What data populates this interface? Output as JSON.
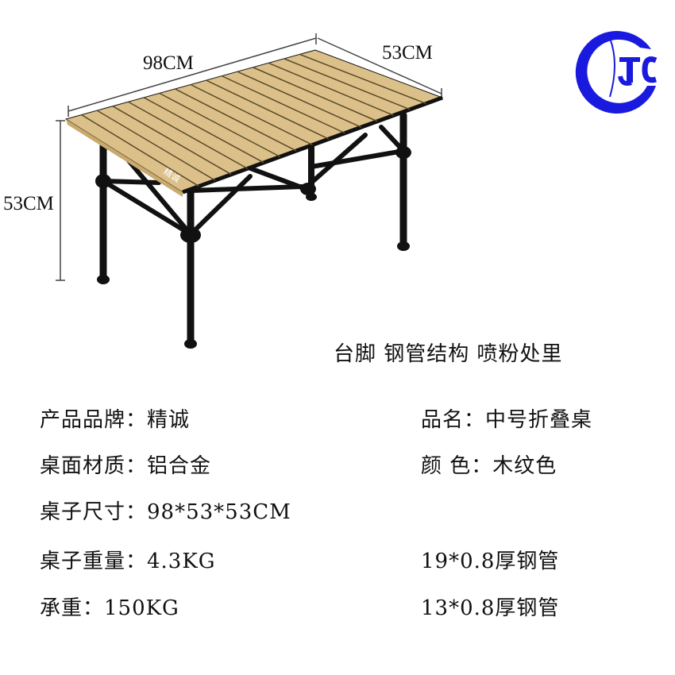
{
  "dimensions": {
    "length": "98CM",
    "width": "53CM",
    "height": "53CM"
  },
  "tabletop_watermark": "精诚",
  "logo": {
    "text": "GJC",
    "color": "#1a1adf"
  },
  "caption": "台脚 钢管结构 喷粉处里",
  "specs_left": [
    "产品品牌：精诚",
    "桌面材质：铝合金",
    "桌子尺寸：98*53*53CM",
    "桌子重量：4.3KG",
    "承重：150KG"
  ],
  "specs_right": [
    "品名：中号折叠桌",
    "颜 色：木纹色",
    "19*0.8厚钢管",
    "13*0.8厚钢管"
  ],
  "colors": {
    "tabletop": "#dcc089",
    "slat_line": "#5a4a2a",
    "frame": "#111111"
  }
}
